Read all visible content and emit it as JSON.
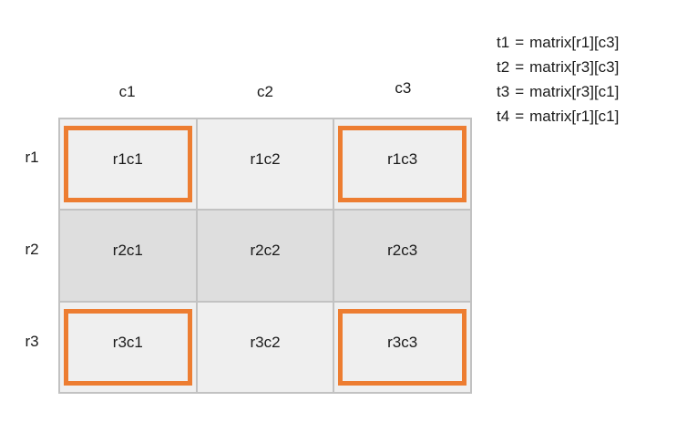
{
  "diagram": {
    "column_headers": [
      "c1",
      "c2",
      "c3"
    ],
    "row_headers": [
      "r1",
      "r2",
      "r3"
    ],
    "cells": [
      [
        "r1c1",
        "r1c2",
        "r1c3"
      ],
      [
        "r2c1",
        "r2c2",
        "r2c3"
      ],
      [
        "r3c1",
        "r3c2",
        "r3c3"
      ]
    ],
    "highlighted_cells": [
      "r1c1",
      "r1c3",
      "r3c1",
      "r3c3"
    ],
    "colors": {
      "highlight_border": "#ED7D31",
      "cell_light": "#EFEFEF",
      "cell_band": "#DEDEDE",
      "grid_line": "#C2C2C2",
      "text": "#1A1A1A",
      "background": "#FFFFFF"
    }
  },
  "assignments": [
    {
      "target": "t1",
      "operator": "=",
      "expression": "matrix[r1][c3]"
    },
    {
      "target": "t2",
      "operator": "=",
      "expression": "matrix[r3][c3]"
    },
    {
      "target": "t3",
      "operator": "=",
      "expression": "matrix[r3][c1]"
    },
    {
      "target": "t4",
      "operator": "=",
      "expression": "matrix[r1][c1]"
    }
  ]
}
